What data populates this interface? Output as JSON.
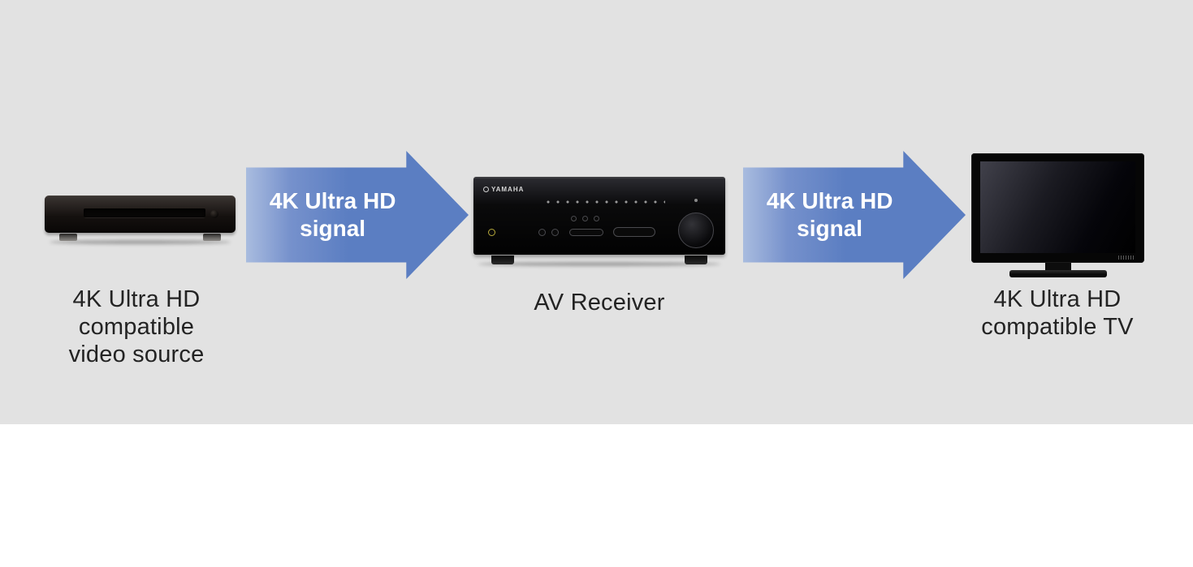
{
  "background": {
    "panel_color": "#e2e2e2",
    "page_color": "#ffffff"
  },
  "colors": {
    "arrow_main": "#5b7ec2",
    "arrow_light": "#a9bcdf",
    "text": "#232323",
    "arrow_text": "#ffffff"
  },
  "nodes": {
    "source": {
      "caption_lines": [
        "4K Ultra HD",
        "compatible",
        "video source"
      ]
    },
    "receiver": {
      "caption": "AV Receiver",
      "brand": "YAMAHA"
    },
    "tv": {
      "caption_lines": [
        "4K Ultra HD",
        "compatible TV"
      ]
    }
  },
  "arrows": [
    {
      "line1": "4K Ultra HD",
      "line2": "signal"
    },
    {
      "line1": "4K Ultra HD",
      "line2": "signal"
    }
  ]
}
